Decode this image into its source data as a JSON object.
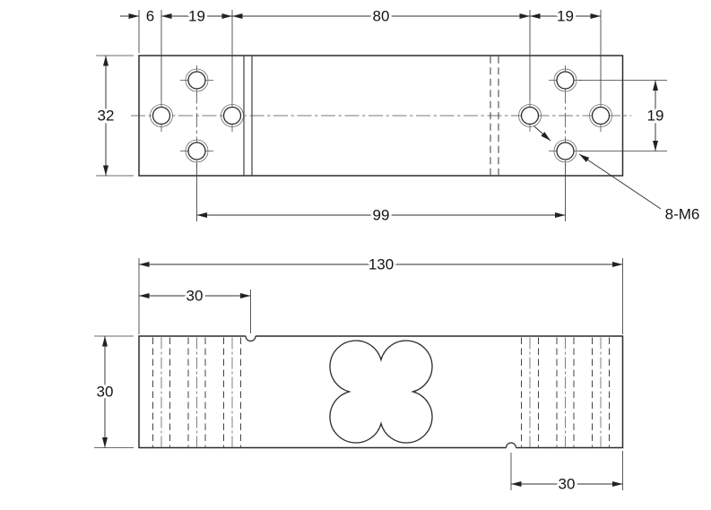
{
  "drawing": {
    "kind": "load-cell-dimension-drawing",
    "views": {
      "top": {
        "dims": {
          "edge_offset": "6",
          "hole_pitch_left": "19",
          "center_span": "80",
          "hole_pitch_right": "19",
          "body_width": "32",
          "hole_pitch_vert": "19",
          "mount_centers": "99",
          "thread_callout": "8-M6"
        }
      },
      "bottom": {
        "dims": {
          "overall_length": "130",
          "notch_offset_left": "30",
          "body_height": "30",
          "notch_offset_right": "30"
        }
      }
    },
    "colors": {
      "line": "#2b2b2b",
      "background": "#ffffff",
      "metal_shade": "#c9c9c9"
    }
  }
}
